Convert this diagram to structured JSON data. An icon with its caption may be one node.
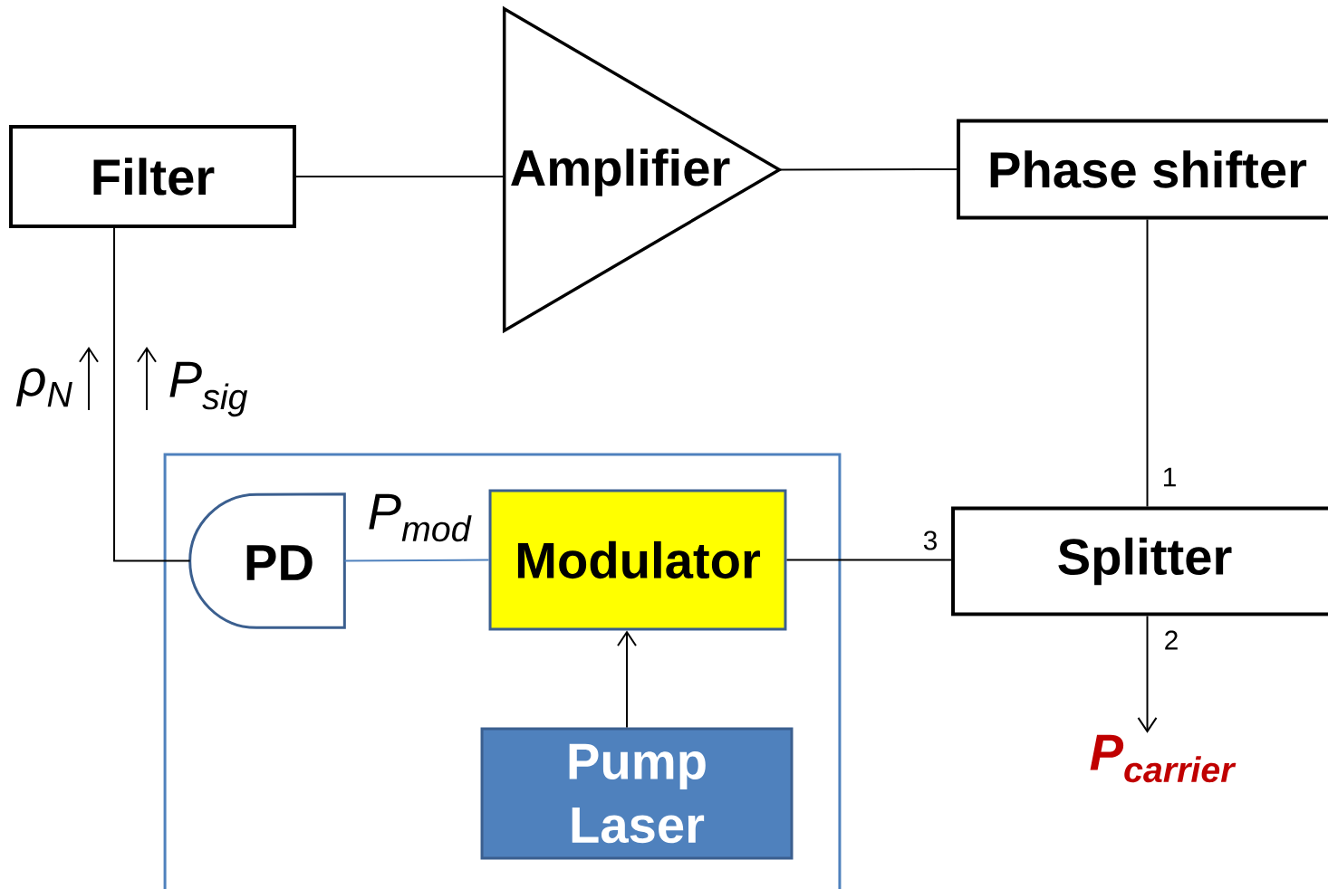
{
  "diagram": {
    "nodes": [
      {
        "text": [
          "Filter"
        ]
      },
      {
        "text": [
          "Amplifier"
        ]
      },
      {
        "text": [
          "Phase shifter"
        ]
      },
      {
        "text": [],
        "shape": "box"
      },
      {
        "text": [
          "PD"
        ],
        "in": 3
      },
      {
        "text": [
          "Modulator"
        ],
        "in": 3
      },
      {
        "text": [
          "Pump Laser"
        ],
        "in": 3
      },
      {
        "text": [
          "Splitter"
        ]
      },
      {
        "text": [
          "P$_{carrier}$"
        ]
      }
    ],
    "edges": [
      {
        "from": 0,
        "to": 1,
        "arrow": "none"
      },
      {
        "from": 1,
        "to": 2,
        "arrow": "none"
      },
      {
        "from": 2,
        "to": 7,
        "arrow": "none",
        "label": "1"
      },
      {
        "from": 7,
        "to": 8,
        "arrow": "to",
        "label": "2"
      },
      {
        "from": 5,
        "to": 7,
        "arrow": "none",
        "label": "3"
      },
      {
        "from": 4,
        "to": 5,
        "arrow": "none",
        "label": "P$_{mod}$",
        "color": "#4f81bd"
      },
      {
        "from": 6,
        "to": 5,
        "arrow": "to"
      },
      {
        "from": 0,
        "to": 4,
        "arrow": "none"
      }
    ],
    "labels": [
      "ρ$_{N}$",
      "P$_{sig}$"
    ]
  }
}
